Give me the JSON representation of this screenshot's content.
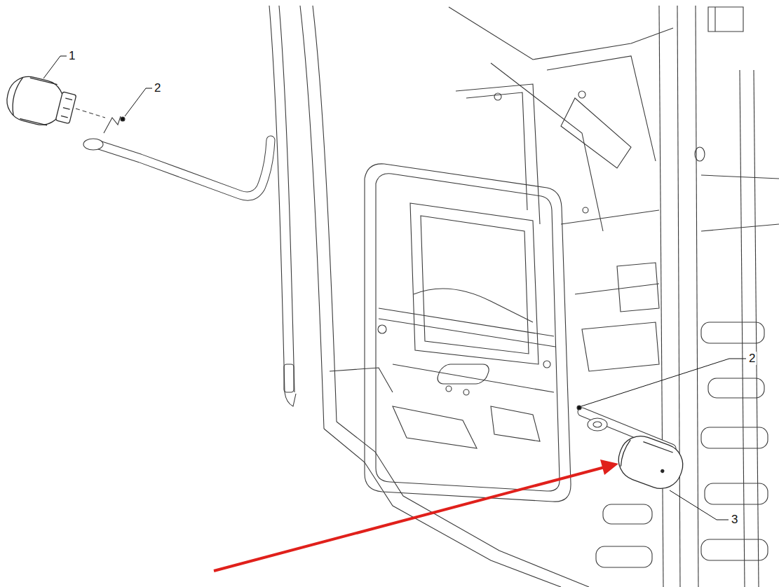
{
  "diagram": {
    "labels": [
      "1",
      "2",
      "2",
      "3"
    ]
  }
}
